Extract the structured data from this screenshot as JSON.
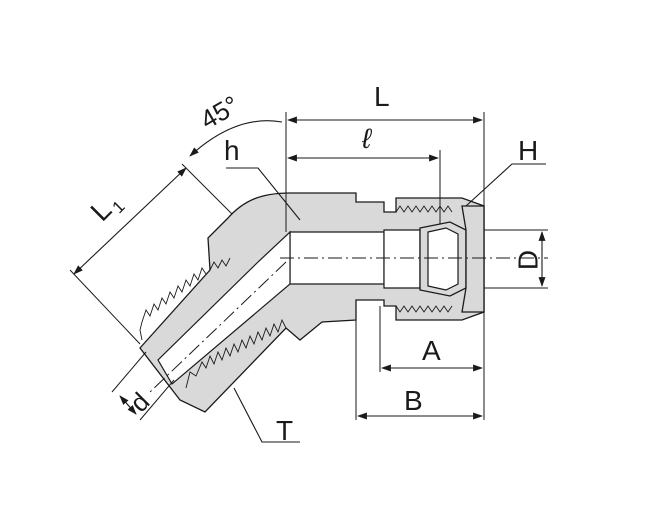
{
  "labels": {
    "angle": "45°",
    "L": "L",
    "l": "ℓ",
    "h": "h",
    "H": "H",
    "L1_main": "L",
    "L1_sub": "1",
    "D": "D",
    "A": "A",
    "B": "B",
    "d": "d",
    "T": "T"
  },
  "colors": {
    "body_fill": "#d9d9d9",
    "line": "#1a1a1a",
    "background": "#ffffff"
  }
}
